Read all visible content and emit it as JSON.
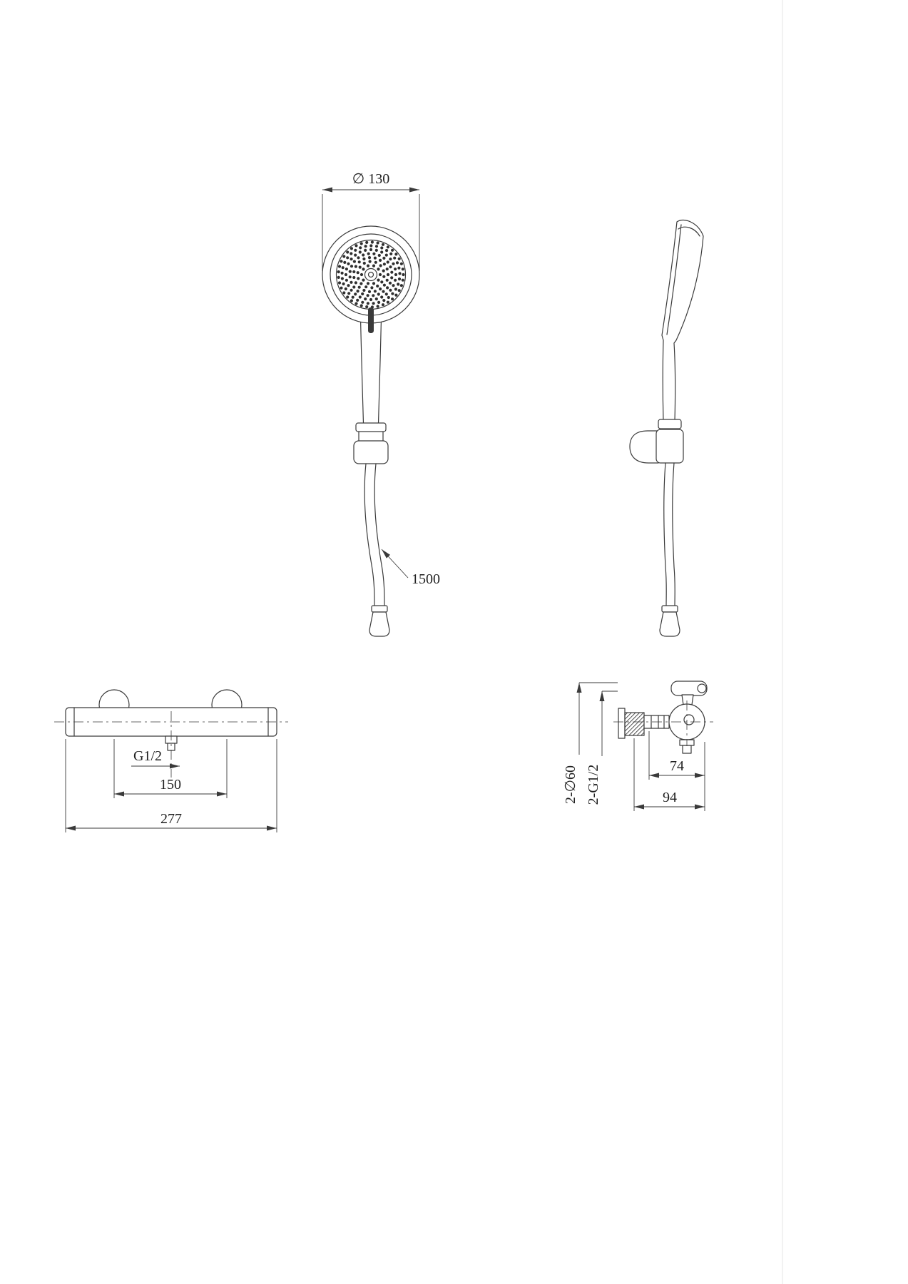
{
  "colors": {
    "line": "#3a3a3a",
    "background": "#ffffff"
  },
  "dimensions": {
    "head_diameter": "∅ 130",
    "hose_length": "1500",
    "outlet_thread": "G1/2",
    "valve_centers": "150",
    "overall_width": "277",
    "escutcheons": "2-∅60",
    "inlet_threads": "2-G1/2",
    "depth_body": "74",
    "depth_overall": "94"
  }
}
